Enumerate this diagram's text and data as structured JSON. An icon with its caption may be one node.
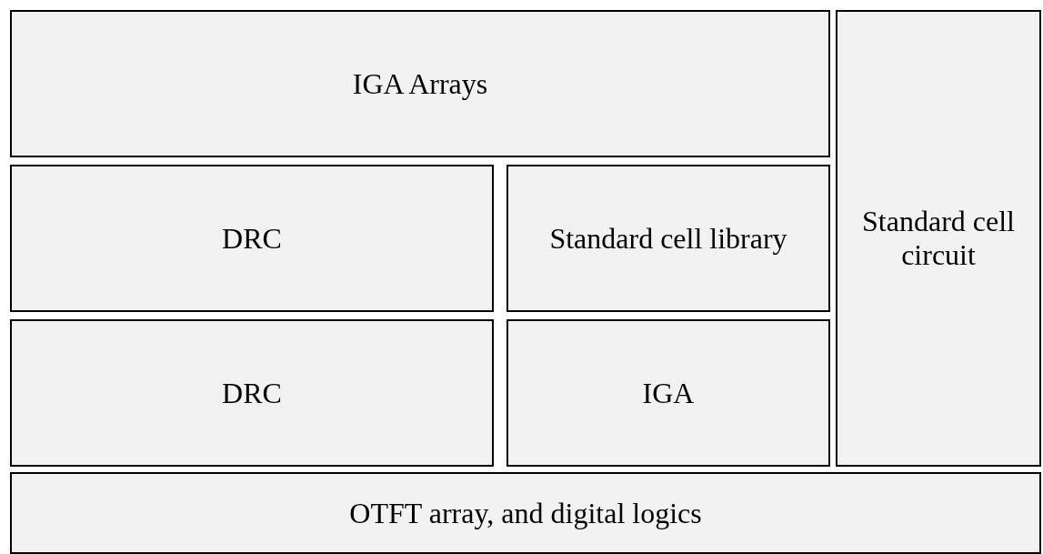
{
  "diagram": {
    "nodes": [
      {
        "text": [
          "IGA Arrays"
        ]
      },
      {
        "text": [
          "Standard cell circuit"
        ]
      },
      {
        "text": [
          "DRC"
        ]
      },
      {
        "text": [
          "Standard cell library"
        ]
      },
      {
        "text": [
          "DRC"
        ]
      },
      {
        "text": [
          "IGA"
        ]
      },
      {
        "text": [
          "OTFT array, and digital logics"
        ]
      }
    ]
  }
}
